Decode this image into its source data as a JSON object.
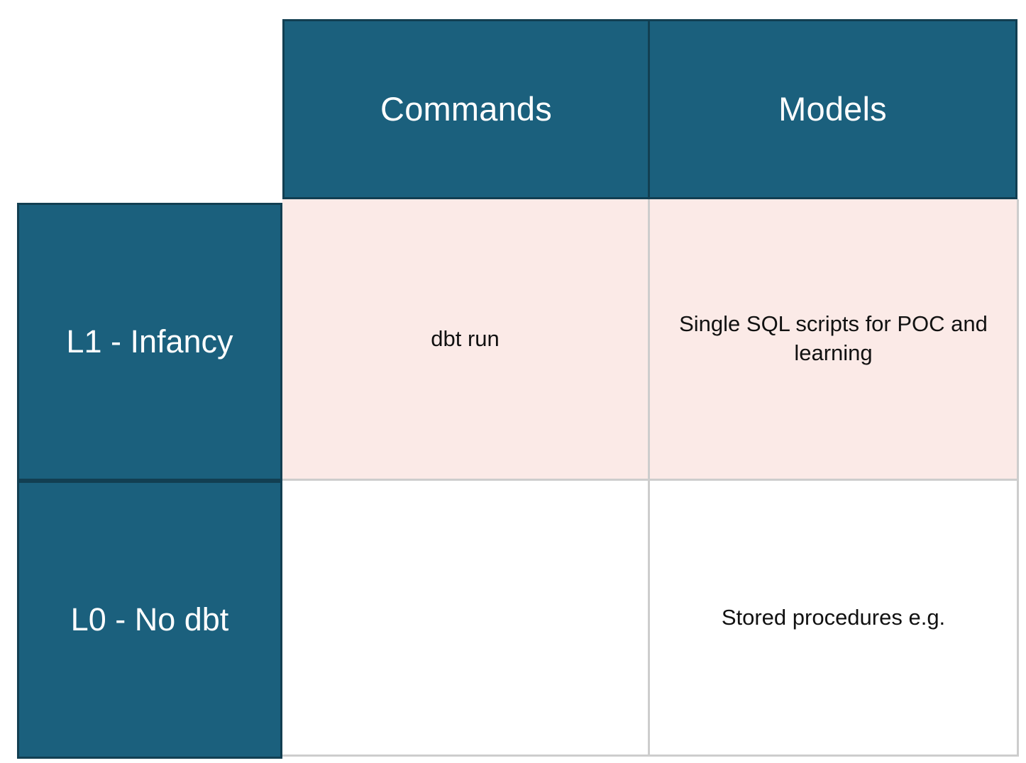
{
  "matrix": {
    "column_headers": [
      {
        "id": "commands",
        "label": "Commands"
      },
      {
        "id": "models",
        "label": "Models"
      }
    ],
    "row_headers": [
      {
        "id": "l1",
        "label": "L1 - Infancy"
      },
      {
        "id": "l0",
        "label": "L0 - No dbt"
      }
    ],
    "cells": [
      {
        "row": "l1",
        "col": "commands",
        "text": "dbt run"
      },
      {
        "row": "l1",
        "col": "models",
        "text": "Single SQL scripts for POC and learning"
      },
      {
        "row": "l0",
        "col": "commands",
        "text": ""
      },
      {
        "row": "l0",
        "col": "models",
        "text": "Stored procedures e.g."
      }
    ]
  },
  "colors": {
    "header_fill": "#1B607D",
    "header_border": "#123F52",
    "header_text": "#FFFFFF",
    "row_l1_fill": "#FBEAE7",
    "row_l0_fill": "#FFFFFF",
    "cell_border": "#CDCDCD",
    "body_text": "#111111",
    "page_background": "#FFFFFF"
  },
  "chart_data": {
    "type": "table",
    "title": "",
    "columns": [
      "",
      "Commands",
      "Models"
    ],
    "rows": [
      [
        "L1 - Infancy",
        "dbt run",
        "Single SQL scripts for POC and learning"
      ],
      [
        "L0 - No dbt",
        "",
        "Stored procedures e.g."
      ]
    ],
    "grid": true,
    "legend": "none"
  }
}
